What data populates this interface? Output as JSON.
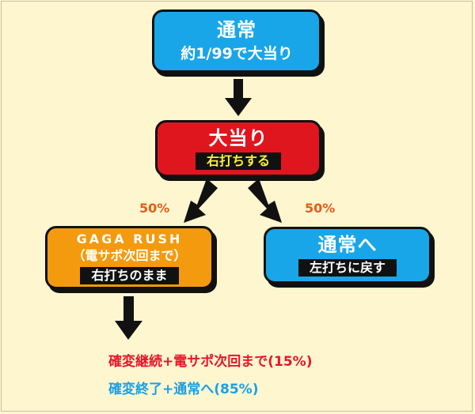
{
  "nodes": {
    "normal": {
      "title": "通常",
      "subtitle": "約1/99で大当り"
    },
    "jackpot": {
      "title": "大当り",
      "tag": "右打ちする"
    },
    "rush": {
      "title": "GAGA RUSH",
      "subtitle": "（電サポ次回まで）",
      "tag": "右打ちのまま"
    },
    "return": {
      "title": "通常へ",
      "tag": "左打ちに戻す"
    }
  },
  "branches": {
    "left_pct": "50%",
    "right_pct": "50%"
  },
  "outcomes": {
    "continue": "確変継続+電サポ次回まで(15%)",
    "end": "確変終了+通常へ(85%)"
  },
  "colors": {
    "background": "#fdf6cf",
    "normal": "#19a6e8",
    "jackpot": "#e0161f",
    "rush": "#f39a0e",
    "tag_yellow": "#fff03a",
    "pct": "#e85a17",
    "outcome_red": "#e8142a",
    "outcome_blue": "#1aa0e6"
  }
}
